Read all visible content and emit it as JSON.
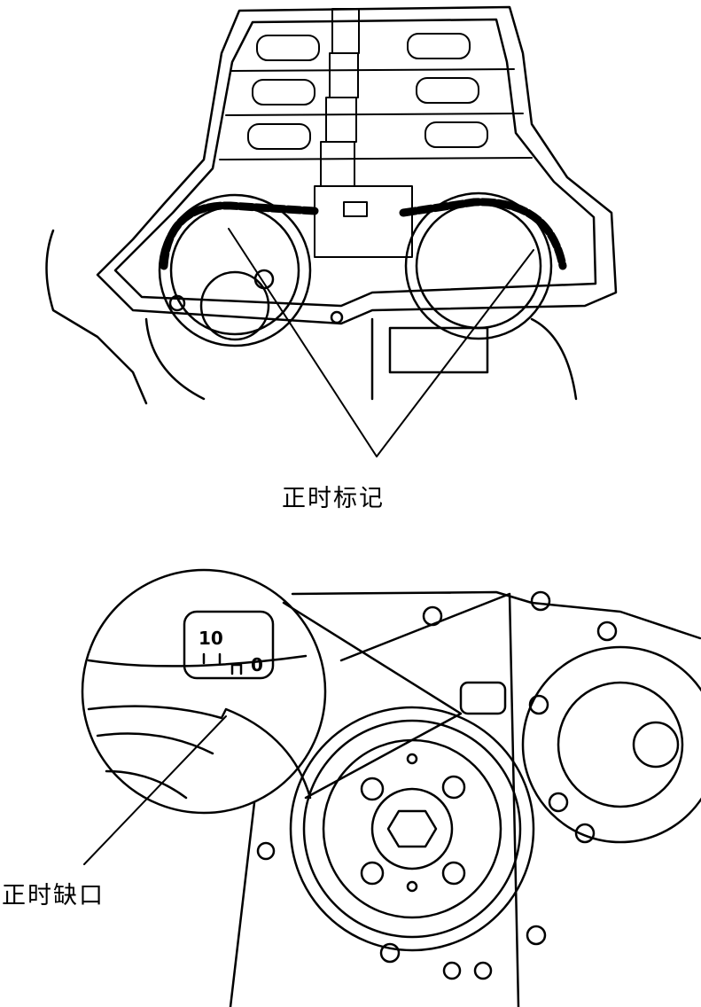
{
  "top_figure": {
    "label": "正时标记"
  },
  "bottom_figure": {
    "label": "正时缺口",
    "callout_marks": [
      "10",
      "0"
    ]
  }
}
